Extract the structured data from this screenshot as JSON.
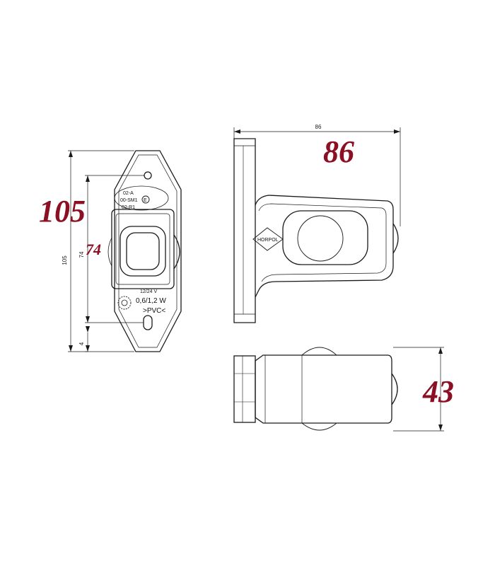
{
  "colors": {
    "dimension_highlight": "#8b1024",
    "line": "#1a1a1a"
  },
  "big_labels": {
    "height_total": "105",
    "height_inner": "74",
    "length_total": "86",
    "depth_total": "43"
  },
  "small_labels": {
    "height_total": "105",
    "height_inner": "74",
    "length_total": "86",
    "offset_bottom": "4"
  },
  "front_view": {
    "markings": [
      "02-A",
      "00-SM1",
      "02-R1"
    ],
    "e_mark": "E",
    "voltage": "12/24 V",
    "wattage": "0,6/1,2 W",
    "material": ">PVC<"
  },
  "side_view": {
    "brand": "HORPOL"
  }
}
